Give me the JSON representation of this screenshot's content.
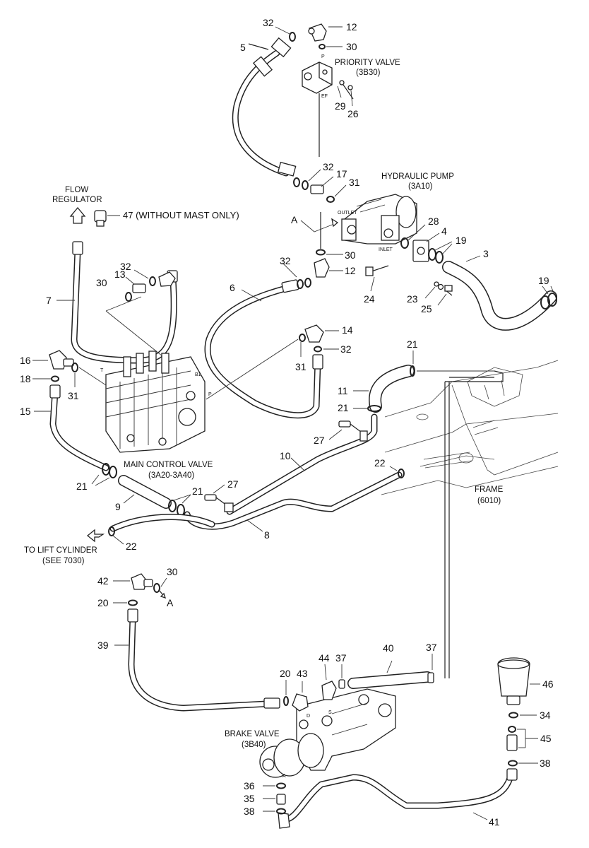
{
  "labels": {
    "priority_valve": "PRIORITY VALVE",
    "priority_valve_code": "(3B30)",
    "hydraulic_pump": "HYDRAULIC PUMP",
    "hydraulic_pump_code": "(3A10)",
    "flow_regulator_1": "FLOW",
    "flow_regulator_2": "REGULATOR",
    "note_47": "47 (WITHOUT MAST ONLY)",
    "main_control_valve": "MAIN CONTROL VALVE",
    "main_control_valve_code": "(3A20-3A40)",
    "frame": "FRAME",
    "frame_code": "(6010)",
    "lift_cylinder_1": "TO LIFT CYLINDER",
    "lift_cylinder_2": "(SEE 7030)",
    "brake_valve": "BRAKE VALVE",
    "brake_valve_code": "(3B40)",
    "ref_a": "A",
    "ref_a2": "A",
    "outlet": "OUTLET",
    "inlet": "INLET",
    "port_p": "P",
    "port_ef": "EF",
    "port_t": "T",
    "port_b1": "B1",
    "port_p2": "P",
    "port_a": "A",
    "port_s": "S",
    "port_d": "D"
  },
  "callouts": {
    "c32a": "32",
    "c12a": "12",
    "c5": "5",
    "c30a": "30",
    "c29": "29",
    "c26": "26",
    "c32b": "32",
    "c17": "17",
    "c31a": "31",
    "c47": "47",
    "c30b": "30",
    "c12b": "12",
    "c32c": "32",
    "c28": "28",
    "c4": "4",
    "c19a": "19",
    "c3": "3",
    "c24": "24",
    "c23": "23",
    "c25": "25",
    "c19b": "19",
    "c32d": "32",
    "c13": "13",
    "c30c": "30",
    "c7": "7",
    "c6": "6",
    "c14": "14",
    "c32e": "32",
    "c31b": "31",
    "c16": "16",
    "c18": "18",
    "c31c": "31",
    "c15": "15",
    "c21a": "21",
    "c11": "11",
    "c21b": "21",
    "c27a": "27",
    "c10": "10",
    "c22a": "22",
    "c21c": "21",
    "c9": "9",
    "c21d": "21",
    "c27b": "27",
    "c8": "8",
    "c22b": "22",
    "c42": "42",
    "c30d": "30",
    "c20a": "20",
    "c39": "39",
    "c40": "40",
    "c37a": "37",
    "c44": "44",
    "c37b": "37",
    "c43": "43",
    "c20b": "20",
    "c46": "46",
    "c34": "34",
    "c45": "45",
    "c38a": "38",
    "c36": "36",
    "c35": "35",
    "c38b": "38",
    "c41": "41"
  }
}
